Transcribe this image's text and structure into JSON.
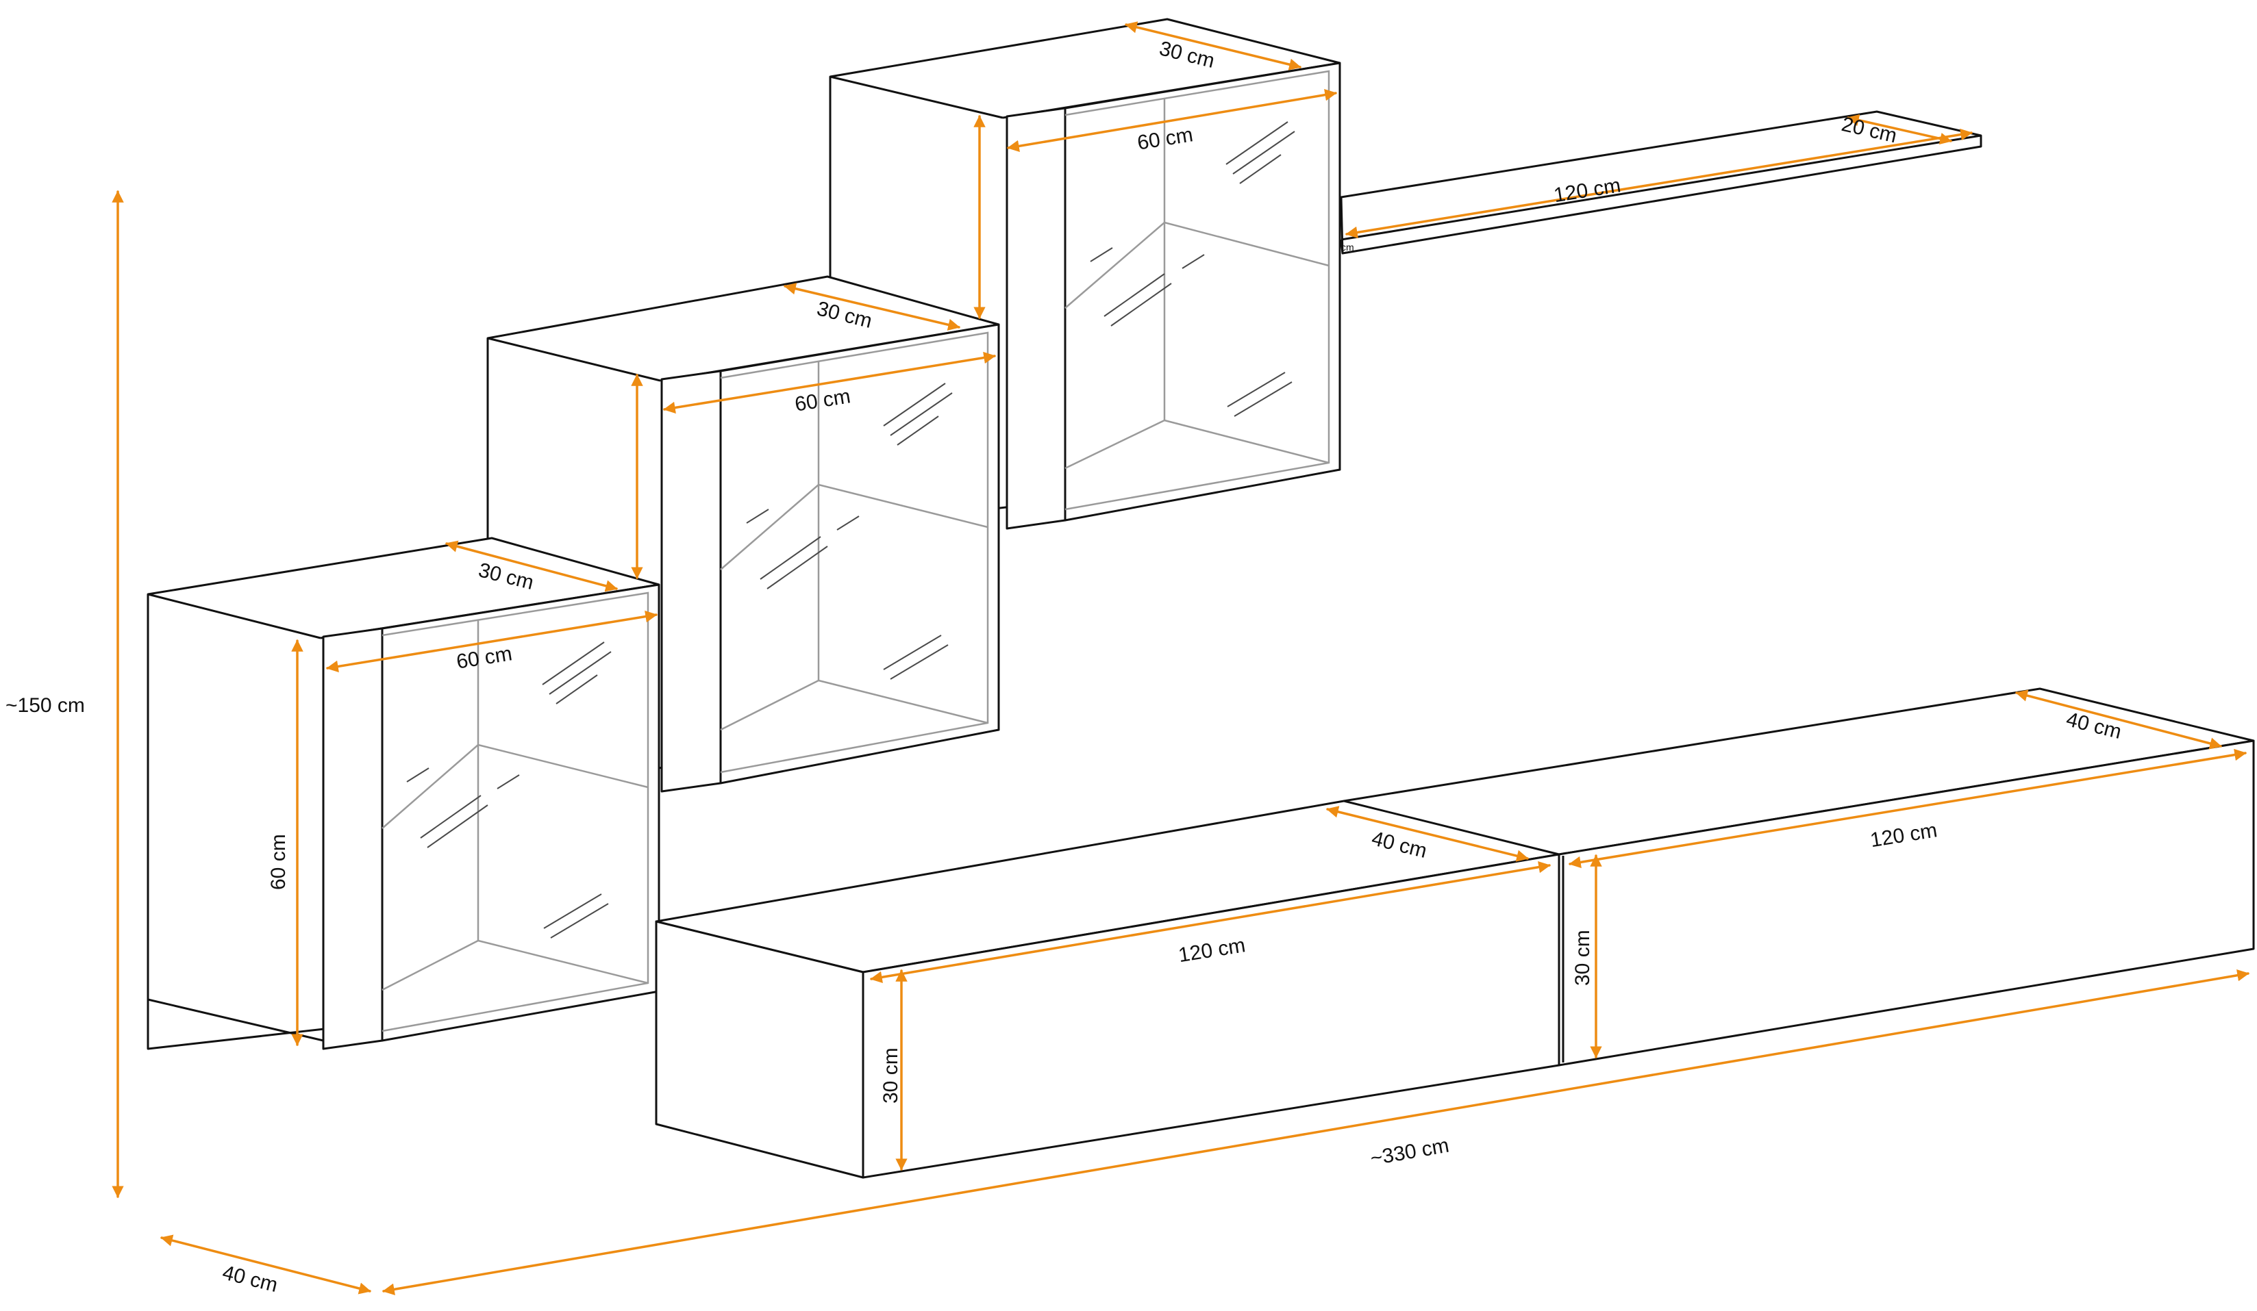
{
  "accent_color": "#ee8c12",
  "line_color": "#111111",
  "dimensions": {
    "total_height": "~150 cm",
    "total_width": "~330 cm",
    "total_depth": "40 cm",
    "cab1_width": "60 cm",
    "cab1_depth": "30 cm",
    "cab1_height": "60 cm",
    "cab2_width": "60 cm",
    "cab2_depth": "30 cm",
    "cab3_width": "60 cm",
    "cab3_depth": "30 cm",
    "shelf_length": "120 cm",
    "shelf_depth": "20 cm",
    "shelf_thickness": "cm",
    "lowboard1_width": "120 cm",
    "lowboard1_depth": "40 cm",
    "lowboard1_height": "30 cm",
    "lowboard2_width": "120 cm",
    "lowboard2_depth": "40 cm",
    "lowboard2_height": "30 cm"
  }
}
